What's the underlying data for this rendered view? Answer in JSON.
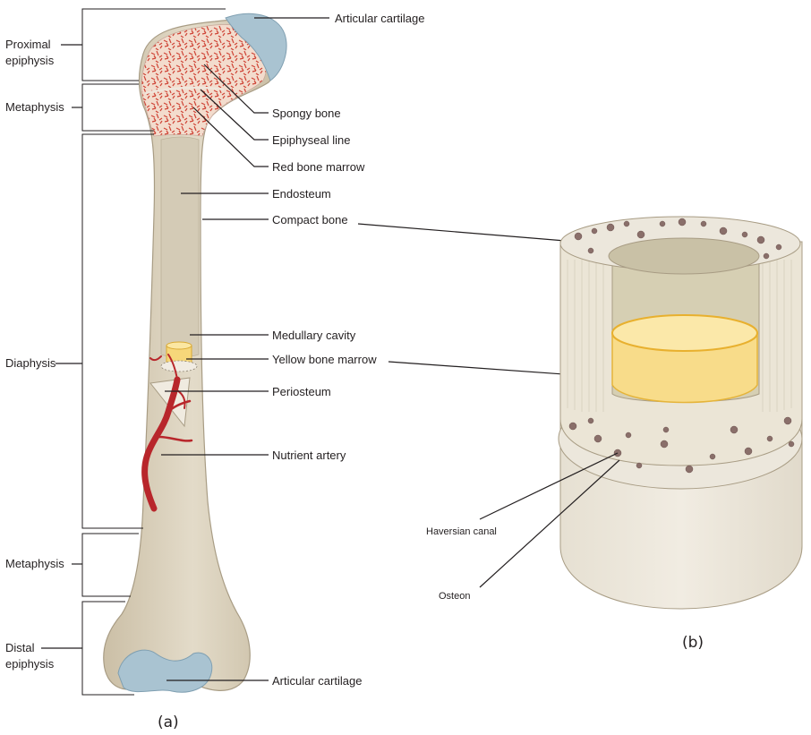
{
  "labels_a_right": {
    "articular_top": "Articular cartilage",
    "spongy": "Spongy bone",
    "epiphyseal": "Epiphyseal line",
    "red_marrow": "Red bone marrow",
    "endosteum": "Endosteum",
    "compact": "Compact bone",
    "medullary": "Medullary cavity",
    "yellow_marrow": "Yellow bone marrow",
    "periosteum": "Periosteum",
    "nutrient": "Nutrient artery",
    "articular_bottom": "Articular cartilage"
  },
  "labels_a_left": {
    "proximal_1": "Proximal",
    "proximal_2": "epiphysis",
    "metaphysis_top": "Metaphysis",
    "diaphysis": "Diaphysis",
    "metaphysis_bottom": "Metaphysis",
    "distal_1": "Distal",
    "distal_2": "epiphysis"
  },
  "labels_b": {
    "haversian": "Haversian canal",
    "osteon": "Osteon"
  },
  "captions": {
    "a": "(a)",
    "b": "(b)"
  },
  "colors": {
    "bone": "#d9d0bc",
    "bone_shadow": "#c4b99f",
    "cartilage": "#a9c3d1",
    "spongy_red": "#d2473a",
    "spongy_bg": "#f1d6c7",
    "yellow_marrow": "#f6d77a",
    "artery": "#b8262b",
    "compact_ring": "#ece7dc",
    "haversian_dot": "#8a6f6a"
  }
}
